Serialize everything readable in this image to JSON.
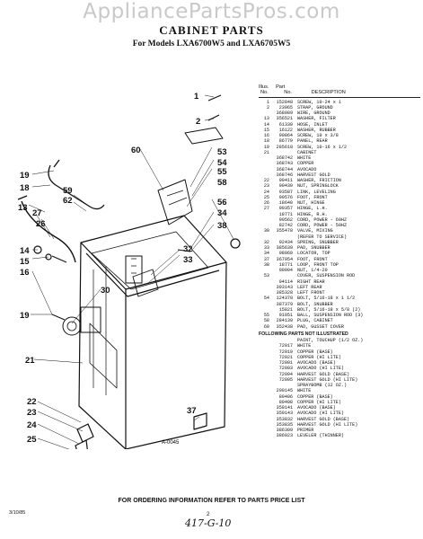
{
  "watermark": "AppliancePartsPros.com",
  "title": "CABINET PARTS",
  "subtitle": "For Models LXA6700W5 and LXA6705W5",
  "diagram": {
    "figure_id": "A-0045",
    "callouts": [
      {
        "n": "1"
      },
      {
        "n": "2"
      },
      {
        "n": "53"
      },
      {
        "n": "60"
      },
      {
        "n": "54"
      },
      {
        "n": "55"
      },
      {
        "n": "58"
      },
      {
        "n": "19"
      },
      {
        "n": "18"
      },
      {
        "n": "59"
      },
      {
        "n": "62"
      },
      {
        "n": "13"
      },
      {
        "n": "27"
      },
      {
        "n": "26"
      },
      {
        "n": "56"
      },
      {
        "n": "34"
      },
      {
        "n": "38"
      },
      {
        "n": "14"
      },
      {
        "n": "15"
      },
      {
        "n": "16"
      },
      {
        "n": "32"
      },
      {
        "n": "33"
      },
      {
        "n": "30"
      },
      {
        "n": "19"
      },
      {
        "n": "21"
      },
      {
        "n": "22"
      },
      {
        "n": "23"
      },
      {
        "n": "24"
      },
      {
        "n": "25"
      },
      {
        "n": "37"
      }
    ]
  },
  "table": {
    "header": {
      "ill": "Illus.",
      "part": "Part",
      "ill2": "No.",
      "part2": "No.",
      "desc": "DESCRIPTION"
    },
    "rows": [
      {
        "ill": "1",
        "part": "152848",
        "desc": "SCREW, 10-24 x 1"
      },
      {
        "ill": "2",
        "part": "23965",
        "desc": "STRAP, GROUND"
      },
      {
        "ill": "",
        "part": "368089",
        "desc": "WIRE, GROUND"
      },
      {
        "ill": "13",
        "part": "356521",
        "desc": "WASHER, FILTER"
      },
      {
        "ill": "14",
        "part": "61339",
        "desc": "HOSE, INLET"
      },
      {
        "ill": "15",
        "part": "16122",
        "desc": "WASHER, RUBBER"
      },
      {
        "ill": "16",
        "part": "90864",
        "desc": "SCREW, 10 x 3/8"
      },
      {
        "ill": "18",
        "part": "86779",
        "desc": "PANEL, REAR"
      },
      {
        "ill": "19",
        "part": "285618",
        "desc": "SCREW, 10-16 x 1/2"
      },
      {
        "ill": "21",
        "part": "",
        "desc": "CABINET"
      },
      {
        "ill": "",
        "part": "368742",
        "desc": "WHITE"
      },
      {
        "ill": "",
        "part": "368743",
        "desc": "COPPER"
      },
      {
        "ill": "",
        "part": "368744",
        "desc": "AVOCADO"
      },
      {
        "ill": "",
        "part": "368746",
        "desc": "HARVEST GOLD"
      },
      {
        "ill": "22",
        "part": "90411",
        "desc": "WASHER, FRICTION"
      },
      {
        "ill": "23",
        "part": "90439",
        "desc": "NUT, SPRINGLOCK"
      },
      {
        "ill": "24",
        "part": "93587",
        "desc": "LINK, LEVELING"
      },
      {
        "ill": "25",
        "part": "90576",
        "desc": "FOOT, FRONT"
      },
      {
        "ill": "26",
        "part": "18640",
        "desc": "NUT, HINGE"
      },
      {
        "ill": "27",
        "part": "90357",
        "desc": "HINGE, L.H."
      },
      {
        "ill": "",
        "part": "18771",
        "desc": "HINGE, R.H."
      },
      {
        "ill": "",
        "part": "90562",
        "desc": "CORD, POWER - 60HZ"
      },
      {
        "ill": "",
        "part": "82742",
        "desc": "CORD, POWER - 50HZ"
      },
      {
        "ill": "30",
        "part": "355478",
        "desc": "VALVE, MIXING"
      },
      {
        "ill": "",
        "part": "",
        "desc": "(REFER TO SERVICE)"
      },
      {
        "ill": "32",
        "part": "92434",
        "desc": "SPRING, SNUBBER"
      },
      {
        "ill": "33",
        "part": "385639",
        "desc": "PAD, SNUBBER"
      },
      {
        "ill": "34",
        "part": "98960",
        "desc": "LOCATOR, TOP"
      },
      {
        "ill": "37",
        "part": "367954",
        "desc": "FOOT, FRONT"
      },
      {
        "ill": "38",
        "part": "18771",
        "desc": "LOOP, FRONT TOP"
      },
      {
        "ill": "",
        "part": "90904",
        "desc": "NUT, 1/4-20"
      },
      {
        "ill": "53",
        "part": "",
        "desc": "COVER, SUSPENSION ROD"
      },
      {
        "ill": "",
        "part": "94114",
        "desc": "RIGHT REAR"
      },
      {
        "ill": "",
        "part": "393143",
        "desc": "LEFT REAR"
      },
      {
        "ill": "",
        "part": "385328",
        "desc": "LEFT FRONT"
      },
      {
        "ill": "54",
        "part": "124378",
        "desc": "BOLT, 5/16-18 x 1 1/2"
      },
      {
        "ill": "",
        "part": "387379",
        "desc": "BOLT, SNUBBER"
      },
      {
        "ill": "",
        "part": "15821",
        "desc": "BOLT, 5/16-18 x 5/8 (2)"
      },
      {
        "ill": "55",
        "part": "91051",
        "desc": "BALL, SUSPENSION ROD (3)"
      },
      {
        "ill": "58",
        "part": "284139",
        "desc": "PLUG, CABINET"
      },
      {
        "ill": "60",
        "part": "352438",
        "desc": "PAD, GUSSET COVER"
      }
    ],
    "section_title": "FOLLOWING PARTS NOT ILLUSTRATED",
    "rows2": [
      {
        "ill": "",
        "part": "",
        "desc": "PAINT, TOUCHUP (1/2 OZ.)"
      },
      {
        "ill": "",
        "part": "72017",
        "desc": "WHITE"
      },
      {
        "ill": "",
        "part": "72019",
        "desc": "COPPER (BASE)"
      },
      {
        "ill": "",
        "part": "72021",
        "desc": "COPPER (HI LITE)"
      },
      {
        "ill": "",
        "part": "72001",
        "desc": "AVOCADO (BASE)"
      },
      {
        "ill": "",
        "part": "72003",
        "desc": "AVOCADO (HI LITE)"
      },
      {
        "ill": "",
        "part": "72094",
        "desc": "HARVEST GOLD (BASE)"
      },
      {
        "ill": "",
        "part": "72095",
        "desc": "HARVEST GOLD (HI LITE)"
      },
      {
        "ill": "",
        "part": "",
        "desc": "SPRAYBOMB (12 OZ.)"
      },
      {
        "ill": "",
        "part": "290145",
        "desc": "WHITE"
      },
      {
        "ill": "",
        "part": "89406",
        "desc": "COPPER (BASE)"
      },
      {
        "ill": "",
        "part": "89408",
        "desc": "COPPER (HI LITE)"
      },
      {
        "ill": "",
        "part": "350141",
        "desc": "AVOCADO (BASE)"
      },
      {
        "ill": "",
        "part": "350143",
        "desc": "AVOCADO (HI LITE)"
      },
      {
        "ill": "",
        "part": "353832",
        "desc": "HARVEST GOLD (BASE)"
      },
      {
        "ill": "",
        "part": "353835",
        "desc": "HARVEST GOLD (HI LITE)"
      },
      {
        "ill": "",
        "part": "386309",
        "desc": "PRIMER"
      },
      {
        "ill": "",
        "part": "386923",
        "desc": "LEVELER (THINNER)"
      }
    ]
  },
  "footer": "FOR ORDERING INFORMATION REFER TO PARTS PRICE LIST",
  "page_number": "2",
  "left_code": "3/10/85",
  "handwriting": "417-G-10"
}
